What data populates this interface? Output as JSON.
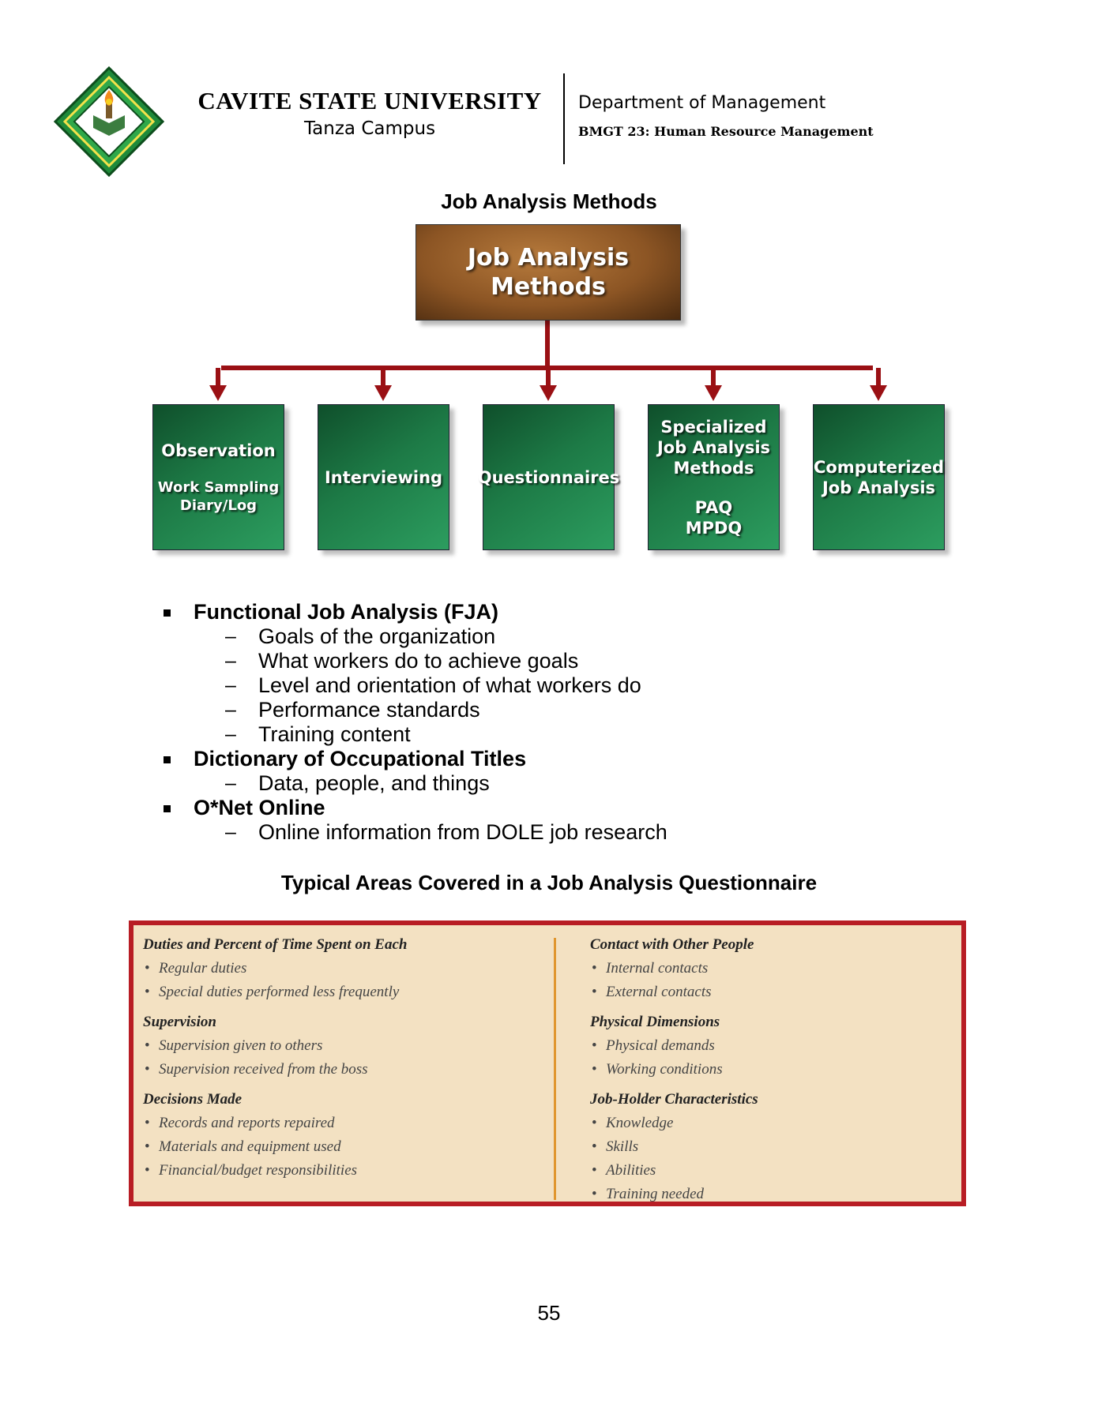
{
  "header": {
    "university": "CAVITE STATE UNIVERSITY",
    "campus": "Tanza Campus",
    "department": "Department of Management",
    "course": "BMGT 23: Human Resource Management",
    "logo_icon": "university-seal"
  },
  "section1_title": "Job Analysis Methods",
  "diagram": {
    "root": "Job Analysis\nMethods",
    "children": [
      {
        "label": "Observation",
        "sub": "Work Sampling\nDiary/Log"
      },
      {
        "label": "Interviewing",
        "sub": ""
      },
      {
        "label": "Questionnaires",
        "sub": ""
      },
      {
        "label": "Specialized\nJob Analysis\nMethods",
        "sub": "PAQ\nMPDQ"
      },
      {
        "label": "Computerized\nJob Analysis",
        "sub": ""
      }
    ],
    "colors": {
      "root": "#8c5524",
      "child": "#1d7a46",
      "connector": "#9a1014"
    }
  },
  "bullets": [
    {
      "title": "Functional Job Analysis (FJA)",
      "items": [
        "Goals of the organization",
        "What workers do to achieve goals",
        "Level and orientation of what workers do",
        "Performance standards",
        "Training content"
      ]
    },
    {
      "title": "Dictionary of Occupational Titles",
      "items": [
        "Data, people, and things"
      ]
    },
    {
      "title": "O*Net Online",
      "items": [
        "Online information from DOLE job research"
      ]
    }
  ],
  "dash_char": "–",
  "section2_title": "Typical Areas Covered in a Job Analysis Questionnaire",
  "questionnaire": {
    "left": [
      {
        "heading": "Duties and Percent of Time Spent on Each",
        "items": [
          "Regular duties",
          "Special duties performed less frequently"
        ]
      },
      {
        "heading": "Supervision",
        "items": [
          "Supervision given to others",
          "Supervision received from the boss"
        ]
      },
      {
        "heading": "Decisions Made",
        "items": [
          "Records and reports repaired",
          "Materials and equipment used",
          "Financial/budget responsibilities"
        ]
      }
    ],
    "right": [
      {
        "heading": "Contact with Other People",
        "items": [
          "Internal contacts",
          "External contacts"
        ]
      },
      {
        "heading": "Physical Dimensions",
        "items": [
          "Physical demands",
          "Working conditions"
        ]
      },
      {
        "heading": "Job-Holder Characteristics",
        "items": [
          "Knowledge",
          "Skills",
          "Abilities",
          "Training needed"
        ]
      }
    ],
    "colors": {
      "border": "#b81d24",
      "background": "#f3e1c2",
      "divider": "#e0962f"
    }
  },
  "page_number": "55"
}
